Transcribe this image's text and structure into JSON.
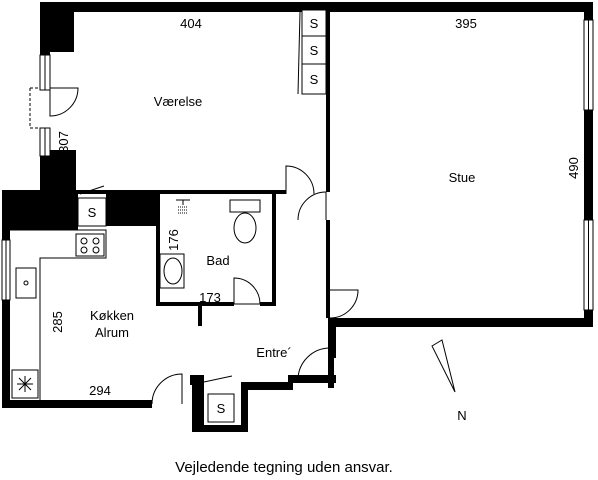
{
  "rooms": {
    "vaerelse": "Værelse",
    "stue": "Stue",
    "bad": "Bad",
    "koekken_line1": "Køkken",
    "koekken_line2": "Alrum",
    "entre": "Entre´"
  },
  "dimensions": {
    "vaerelse_width": "404",
    "vaerelse_depth": "307",
    "stue_width": "395",
    "stue_depth": "490",
    "bad_width": "173",
    "bad_depth": "176",
    "koekken_width": "294",
    "koekken_depth": "285"
  },
  "storage_label": "S",
  "north_label": "N",
  "caption": "Vejledende tegning uden ansvar.",
  "icons": [
    "shower-icon",
    "toilet-icon",
    "sink-icon",
    "stove-icon",
    "kitchen-sink-icon",
    "heater-icon",
    "north-arrow-icon"
  ]
}
